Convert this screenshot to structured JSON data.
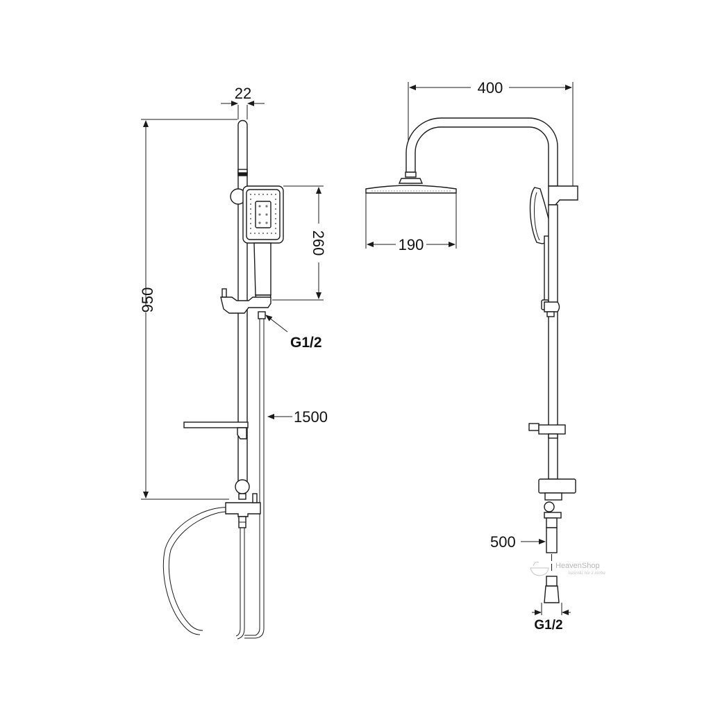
{
  "side_view": {
    "pipe_diameter": "22",
    "total_height": "950",
    "hand_shower_length": "260",
    "connection_thread": "G1/2",
    "hose_length": "1500"
  },
  "front_view": {
    "arm_reach": "400",
    "head_shower_diameter": "190",
    "supply_length": "500",
    "connection_thread": "G1/2"
  },
  "watermark": {
    "brand": "HeavenShop",
    "tagline": "lazienki nie z nieba"
  },
  "colors": {
    "line": "#1a1a1a",
    "background": "#ffffff",
    "watermark": "#b8b8b8"
  }
}
